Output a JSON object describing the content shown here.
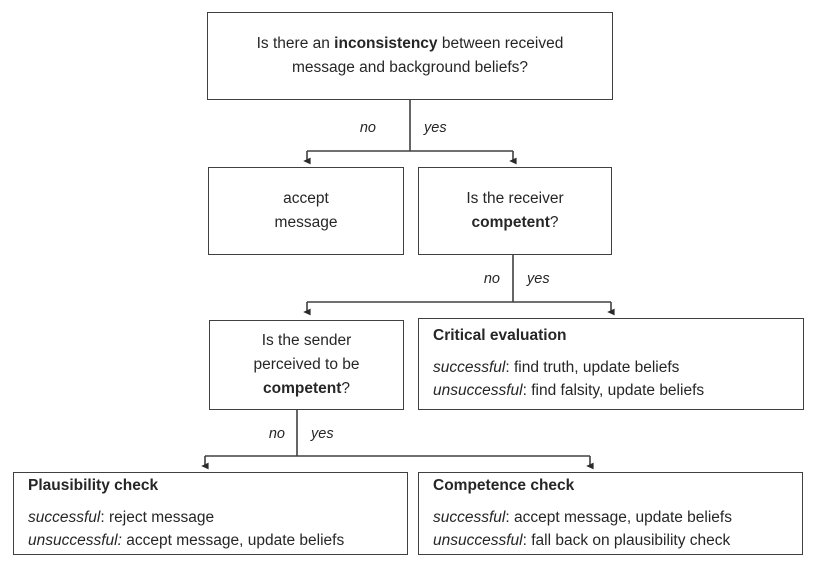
{
  "diagram": {
    "title": "Message processing decision flowchart",
    "stroke_color": "#404040",
    "text_color": "#262626",
    "background": "#ffffff"
  },
  "nodes": {
    "inconsistency_question": {
      "line1_a": "Is there an ",
      "line1_b": "inconsistency",
      "line1_c": " between received",
      "line2": "message and background beliefs?"
    },
    "accept_message": {
      "line1": "accept",
      "line2": "message"
    },
    "receiver_competent": {
      "line1": "Is the receiver",
      "line2_a": "competent",
      "line2_b": "?"
    },
    "sender_competent": {
      "line1": "Is the sender",
      "line2": "perceived to be",
      "line3_a": "competent",
      "line3_b": "?"
    },
    "critical_evaluation": {
      "title": "Critical evaluation",
      "successful_label": "successful",
      "successful_text": ": find truth, update beliefs",
      "unsuccessful_label": "unsuccessful",
      "unsuccessful_text": ": find falsity, update beliefs"
    },
    "plausibility_check": {
      "title": "Plausibility check",
      "successful_label": "successful",
      "successful_text": ": reject message",
      "unsuccessful_label": "unsuccessful:",
      "unsuccessful_text": " accept message, update beliefs"
    },
    "competence_check": {
      "title": "Competence check",
      "successful_label": "successful",
      "successful_text": ": accept message, update beliefs",
      "unsuccessful_label": "unsuccessful",
      "unsuccessful_text": ": fall back on plausibility check"
    }
  },
  "edge_labels": {
    "branch1_no": "no",
    "branch1_yes": "yes",
    "branch2_no": "no",
    "branch2_yes": "yes",
    "branch3_no": "no",
    "branch3_yes": "yes"
  }
}
